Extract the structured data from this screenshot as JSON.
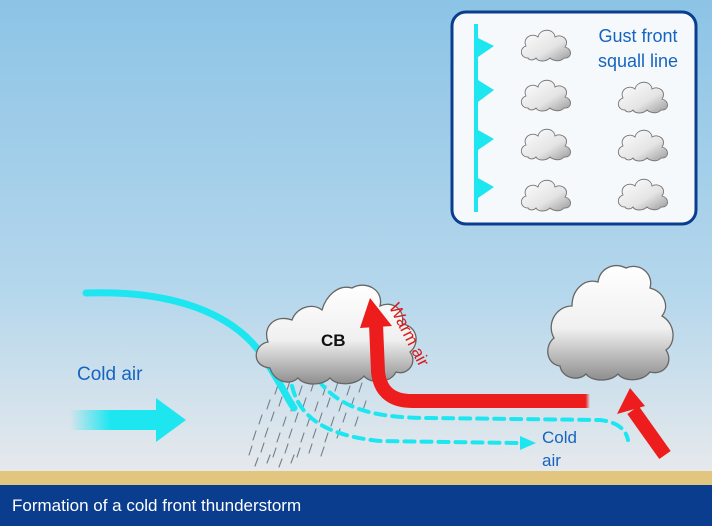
{
  "caption": "Formation of a cold front thunderstorm",
  "labels": {
    "cold_air_left": "Cold air",
    "cold_air_right_line1": "Cold",
    "cold_air_right_line2": "air",
    "cb": "CB",
    "warm_air": "Warm air"
  },
  "legend": {
    "line1": "Gust front",
    "line2": "squall line"
  },
  "colors": {
    "sky_top": "#8cc4e6",
    "sky_bottom": "#e6e9ec",
    "ground": "#e2c57e",
    "caption_bar": "#0b3d8f",
    "caption_text": "#ffffff",
    "cold_arrow": "#1de6f0",
    "warm_arrow": "#ee1d1d",
    "label_blue": "#1565c0",
    "label_red": "#d81b1b",
    "legend_border": "#0b3d8f"
  }
}
